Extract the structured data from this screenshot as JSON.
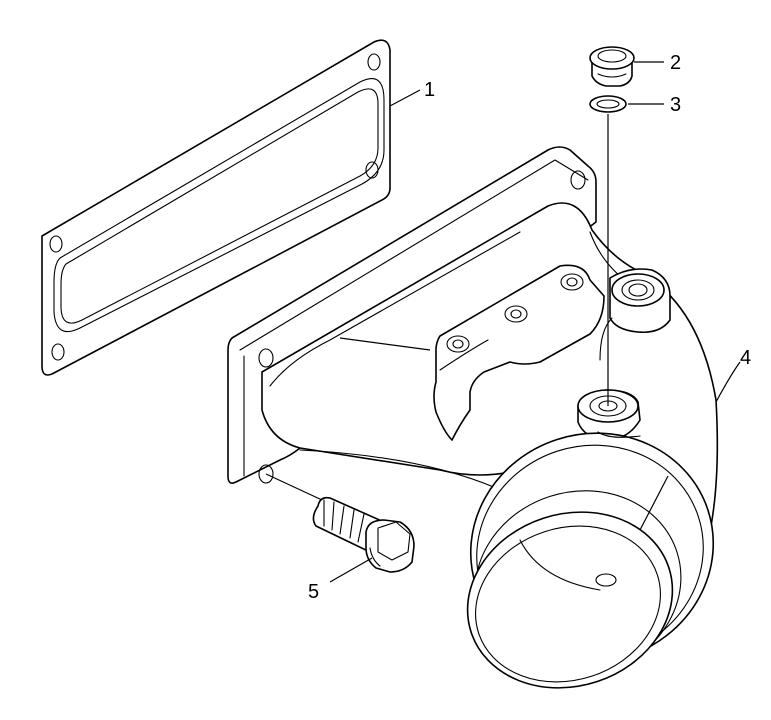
{
  "diagram": {
    "callouts": [
      {
        "id": "gasket",
        "label": "1"
      },
      {
        "id": "plug",
        "label": "2"
      },
      {
        "id": "o-ring",
        "label": "3"
      },
      {
        "id": "housing",
        "label": "4"
      },
      {
        "id": "bolt",
        "label": "5"
      }
    ]
  },
  "colors": {
    "line": "#000000",
    "background": "#ffffff"
  }
}
